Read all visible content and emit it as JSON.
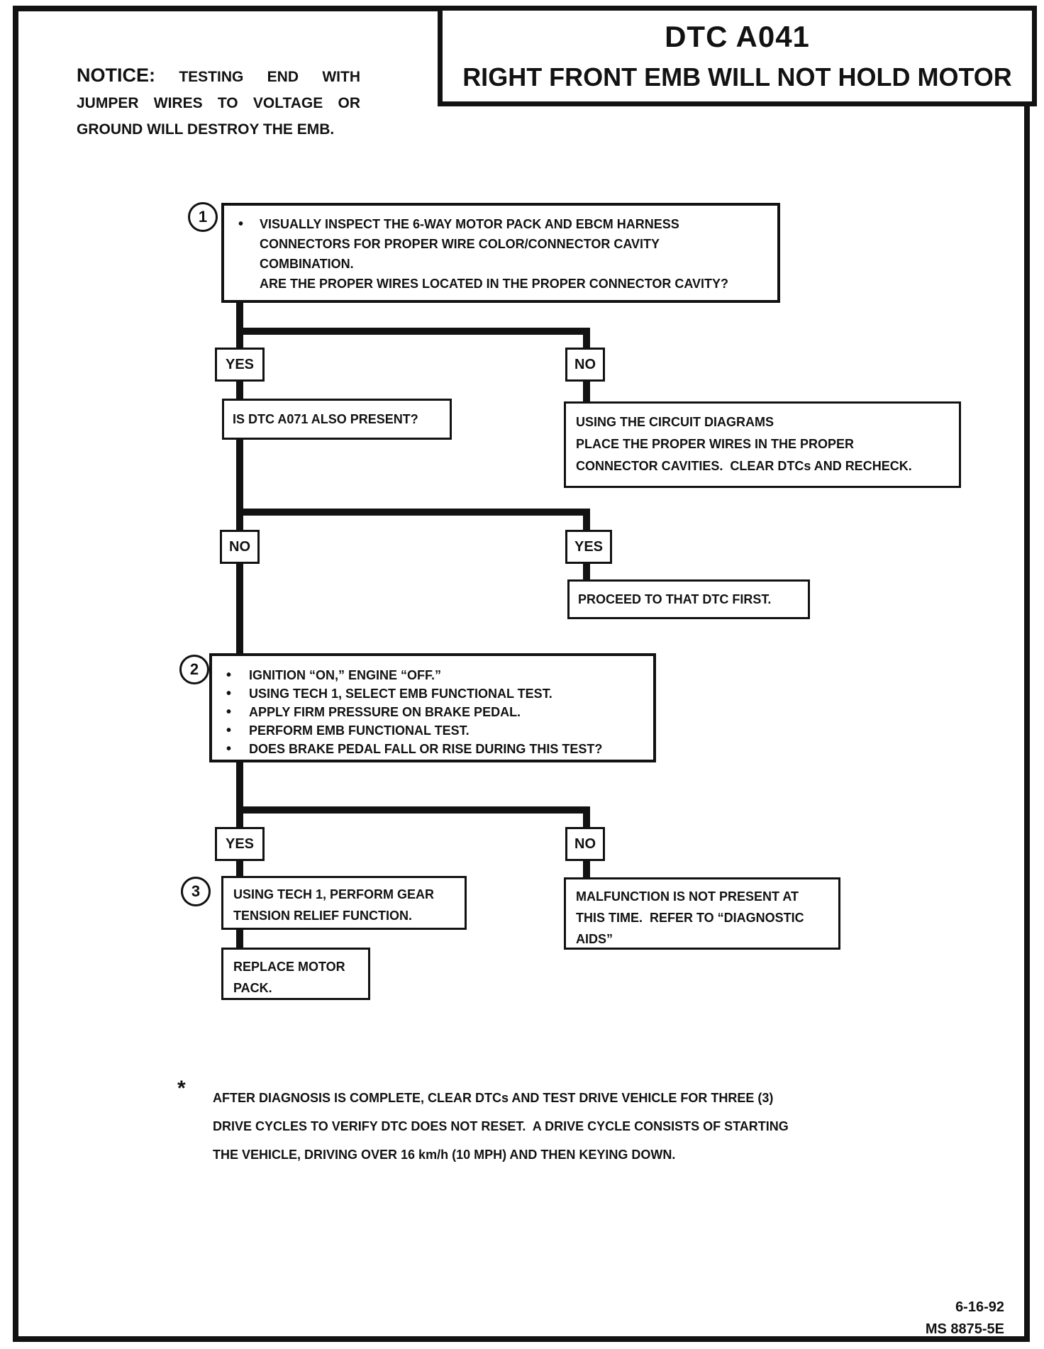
{
  "colors": {
    "ink": "#121212",
    "paper": "#ffffff"
  },
  "header": {
    "notice": {
      "label": "NOTICE:",
      "line1_rest": "TESTING END WITH",
      "line2": "JUMPER WIRES TO VOLTAGE OR",
      "line3": "GROUND WILL DESTROY THE EMB."
    },
    "dtc_code": "DTC A041",
    "dtc_title": "RIGHT FRONT EMB WILL NOT HOLD MOTOR"
  },
  "flowchart": {
    "bullet": "•",
    "labels": {
      "yes": "YES",
      "no": "NO"
    },
    "step1": {
      "number": "1",
      "line1": "VISUALLY INSPECT THE 6-WAY MOTOR PACK AND EBCM HARNESS",
      "line2": "CONNECTORS FOR PROPER WIRE COLOR/CONNECTOR CAVITY",
      "line3": "COMBINATION.",
      "question": "ARE THE PROPER WIRES LOCATED IN THE PROPER CONNECTOR CAVITY?"
    },
    "ask_a071": "IS DTC A071 ALSO PRESENT?",
    "fix_wiring": {
      "line1": "USING THE CIRCUIT DIAGRAMS",
      "line2": "PLACE THE PROPER WIRES IN THE PROPER",
      "line3": "CONNECTOR CAVITIES.  CLEAR DTCs AND RECHECK."
    },
    "proceed": "PROCEED TO THAT DTC FIRST.",
    "step2": {
      "number": "2",
      "bullets": [
        "IGNITION “ON,” ENGINE “OFF.”",
        "USING TECH 1, SELECT EMB FUNCTIONAL TEST.",
        "APPLY FIRM PRESSURE ON BRAKE PEDAL.",
        "PERFORM EMB FUNCTIONAL TEST.",
        "DOES BRAKE PEDAL FALL OR RISE DURING THIS TEST?"
      ]
    },
    "step3": {
      "number": "3",
      "line1": "USING TECH 1, PERFORM GEAR",
      "line2": "TENSION RELIEF FUNCTION."
    },
    "replace": {
      "line1": "REPLACE MOTOR",
      "line2": "PACK."
    },
    "malfunction": {
      "line1": "MALFUNCTION IS NOT PRESENT AT",
      "line2": "THIS TIME.  REFER TO “DIAGNOSTIC",
      "line3": "AIDS”"
    }
  },
  "footnote": {
    "marker": "*",
    "line1": "AFTER DIAGNOSIS IS COMPLETE, CLEAR DTCs AND TEST DRIVE VEHICLE FOR THREE (3)",
    "line2": "DRIVE CYCLES TO VERIFY DTC DOES NOT RESET.  A DRIVE CYCLE CONSISTS OF STARTING",
    "line3": "THE VEHICLE, DRIVING OVER 16 km/h (10 MPH) AND THEN KEYING DOWN."
  },
  "footer": {
    "date": "6-16-92",
    "code": "MS 8875-5E"
  }
}
